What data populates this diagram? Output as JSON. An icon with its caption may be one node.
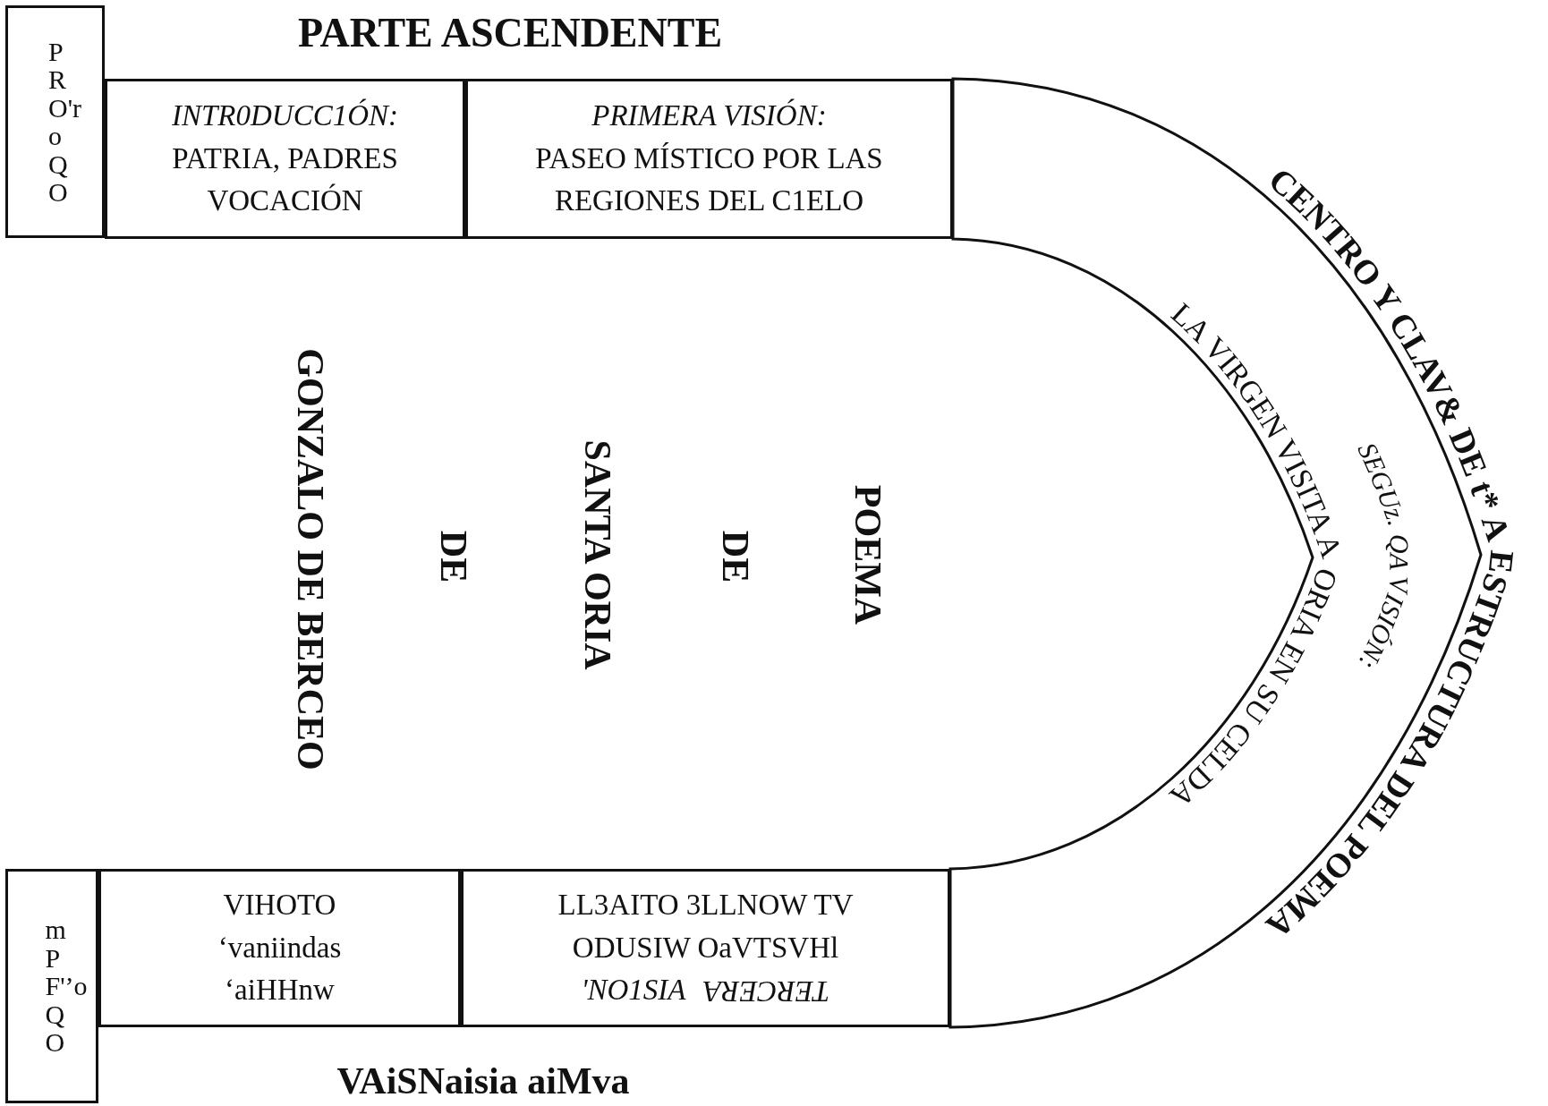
{
  "diagram": {
    "nodes": [
      {
        "text": [
          "PRO'roQO"
        ]
      },
      {
        "text": [
          "INTR0DUCC1ÓN:",
          "PATRIA, PADRES VOCACIÓN"
        ]
      },
      {
        "text": [
          "PRIMERA VISIÓN:",
          "PASEO MÍSTICO POR LAS REGIONES DEL C1ELO"
        ]
      },
      {
        "text": [
          "LA VIRGEN VISITA A ORIA EN SU CELDA",
          "SEGUz. QA VISIÓN:"
        ]
      },
      {
        "text": [
          "mPF'’oQO"
        ]
      },
      {
        "text": [
          "VIHOTO ‘vaniindas ‘aiHHnw"
        ]
      },
      {
        "text": [
          "LL3AITO 3LLNOW TV ODUSIW OaVTSVHl",
          "'NO1SIA",
          "TERCERA"
        ]
      }
    ],
    "labels": [
      "PARTE ASCENDENTE",
      "CENTRO Y CLAV& DE t* A ESTRUCTURA DEL POEMA",
      "POEMA",
      "DE",
      "SANTA ORIA",
      "DE",
      "GONZALO DE BERCEO",
      "VAiSNaisia aiMva"
    ]
  }
}
